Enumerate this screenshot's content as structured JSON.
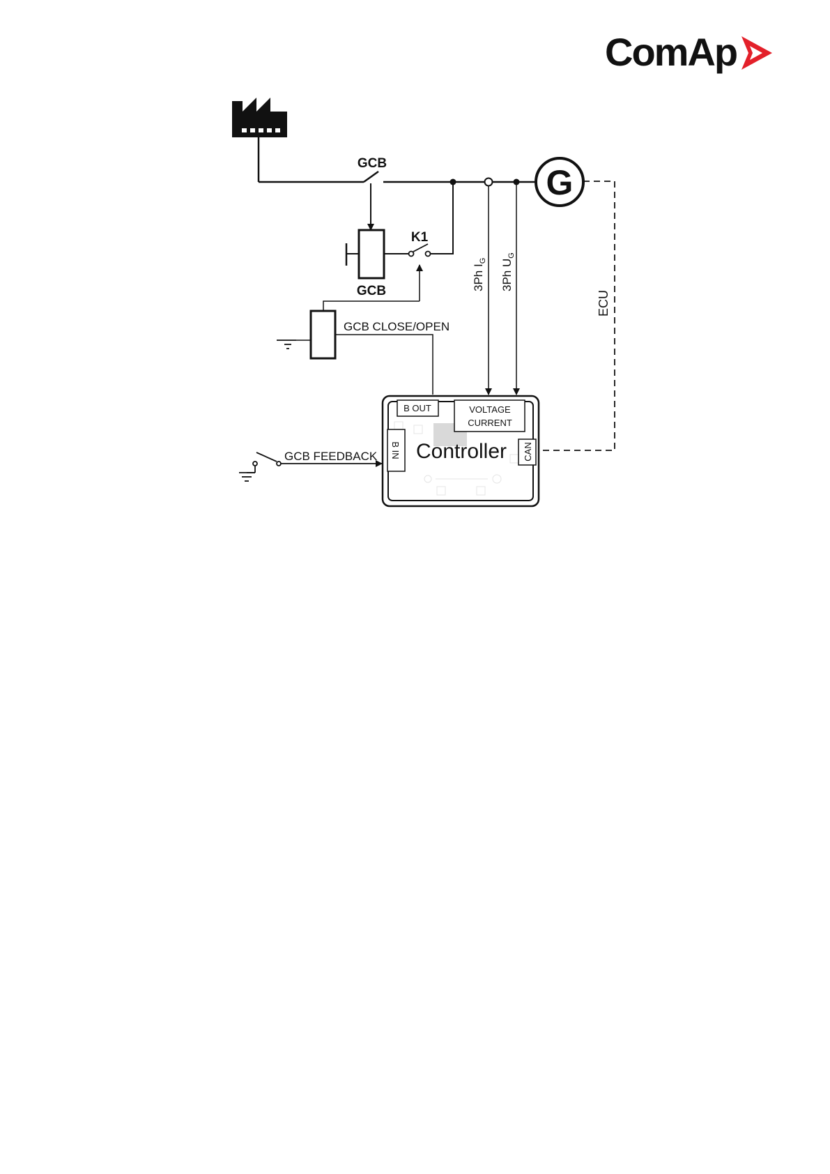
{
  "brand": {
    "name": "ComAp",
    "accent": "#e3202a"
  },
  "labels": {
    "gcb_breaker": "GCB",
    "gcb_coil": "GCB",
    "k1": "K1",
    "gcb_close_open": "GCB CLOSE/OPEN",
    "gcb_feedback": "GCB FEEDBACK",
    "phase_current": "3Ph I",
    "phase_current_sub": "G",
    "phase_voltage": "3Ph U",
    "phase_voltage_sub": "G",
    "ecu": "ECU",
    "generator": "G"
  },
  "controller": {
    "title": "Controller",
    "b_out": "B OUT",
    "b_in": "B IN",
    "voltage": "VOLTAGE",
    "current": "CURRENT",
    "can": "CAN"
  },
  "icons": {
    "load": "factory-icon",
    "ground": "ground-icon",
    "generator": "generator-icon"
  }
}
